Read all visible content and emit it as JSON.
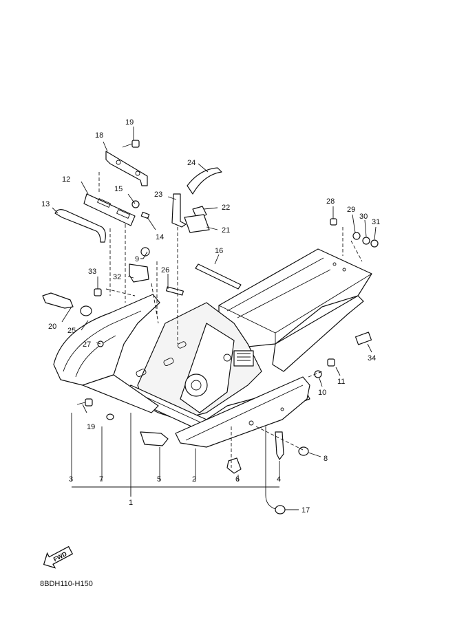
{
  "diagram": {
    "code": "8BDH110-H150",
    "fwd": "FWD",
    "callouts": [
      "1",
      "2",
      "3",
      "4",
      "5",
      "6",
      "7",
      "8",
      "9",
      "10",
      "11",
      "12",
      "13",
      "14",
      "15",
      "16",
      "17",
      "19",
      "18",
      "19",
      "20",
      "21",
      "22",
      "23",
      "24",
      "25",
      "26",
      "27",
      "28",
      "29",
      "30",
      "31",
      "32",
      "33",
      "34"
    ]
  }
}
